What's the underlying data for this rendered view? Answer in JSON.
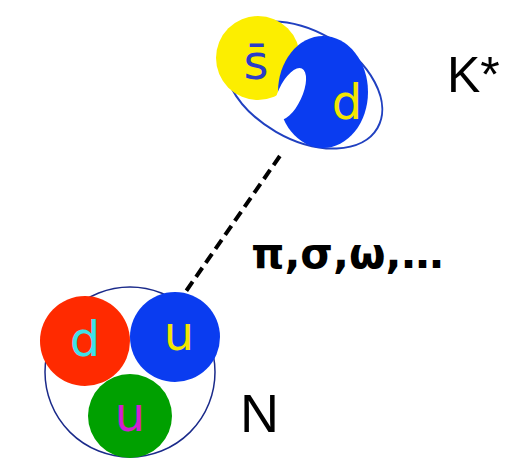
{
  "diagram": {
    "nodes": [
      {
        "text": [
          "K*"
        ]
      },
      {
        "text": [
          "s̄"
        ],
        "in": 0
      },
      {
        "text": [
          "d"
        ],
        "in": 0
      },
      {
        "text": [
          "N"
        ]
      },
      {
        "text": [
          "d"
        ],
        "in": 3
      },
      {
        "text": [
          "u"
        ],
        "in": 3
      },
      {
        "text": [
          "u"
        ],
        "in": 3
      }
    ],
    "edges": [
      {
        "from": 0,
        "to": 3,
        "label": "π,σ,ω,…",
        "arrow": "none"
      }
    ]
  }
}
